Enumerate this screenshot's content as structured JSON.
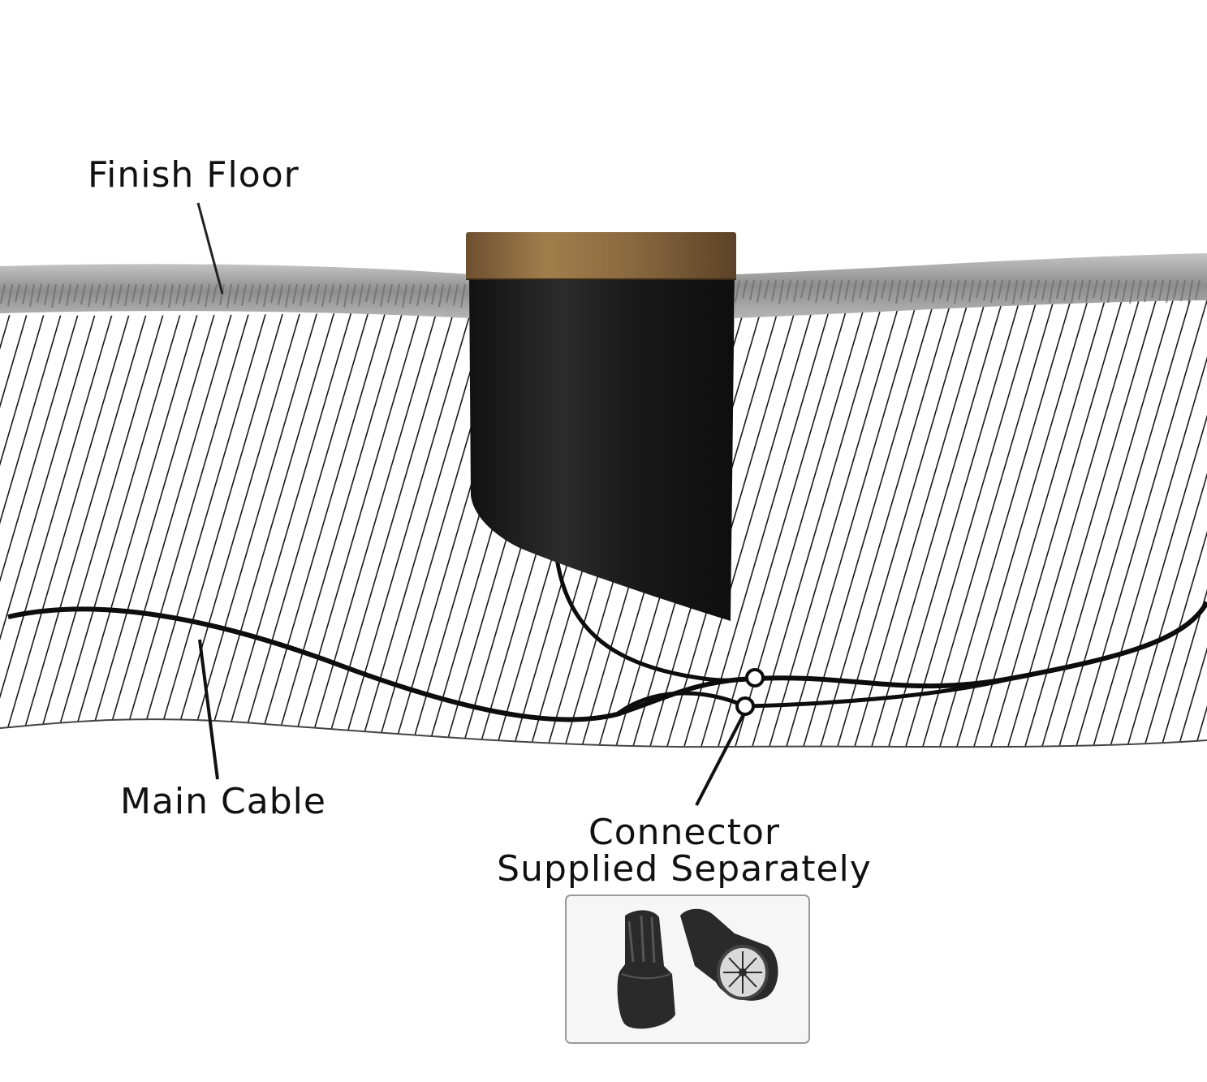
{
  "labels": {
    "finish_floor": "Finish Floor",
    "main_cable": "Main Cable",
    "connector_line1": "Connector",
    "connector_line2": "Supplied Separately"
  },
  "colors": {
    "floor_fill": "#a9a9a9",
    "floor_dark": "#7d7d7d",
    "hatch": "#1a1a1a",
    "cable": "#0d0d0d",
    "fixture_body": "#1b1b1b",
    "fixture_ring": "#8a6a3f",
    "connector_box_border": "#9a9a9a"
  }
}
